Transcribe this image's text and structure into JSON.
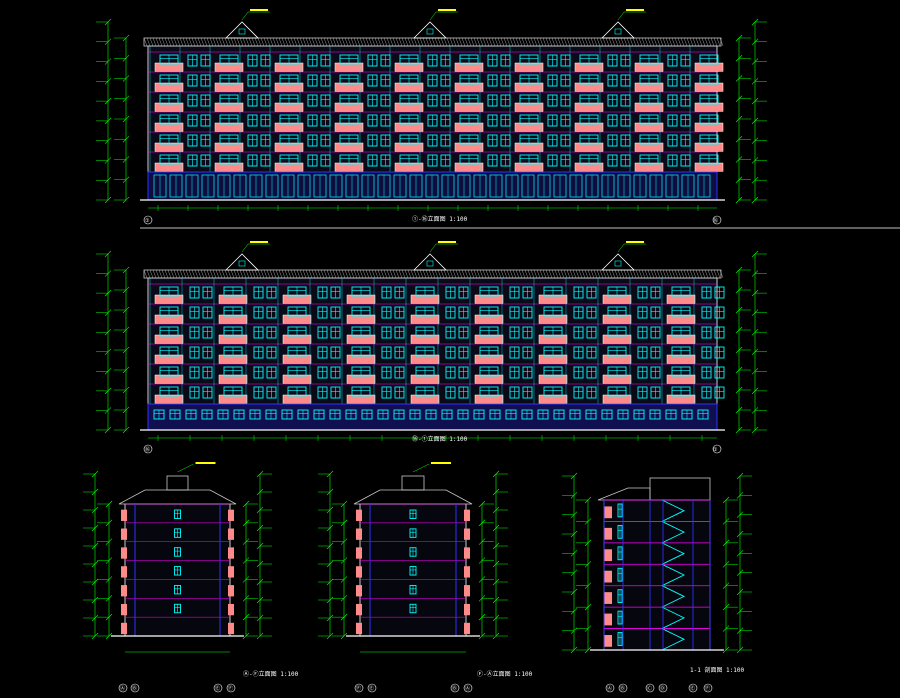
{
  "drawings": {
    "front_elevation": {
      "title": "①-⑯立面图 1:100",
      "axis_start": "①",
      "axis_end": "⑯",
      "floors": 7
    },
    "rear_elevation": {
      "title": "⑯-①立面图 1:100",
      "axis_start": "⑯",
      "axis_end": "①",
      "floors": 7
    },
    "side_elevation_left": {
      "title": "Ⓐ-Ⓕ立面图 1:100",
      "axis_left": "Ⓐ",
      "axis_left2": "Ⓑ",
      "axis_right": "Ⓔ",
      "axis_right2": "Ⓕ",
      "floors": 7
    },
    "side_elevation_right": {
      "title": "Ⓕ-Ⓐ立面图 1:100",
      "axis_left": "Ⓕ",
      "axis_left2": "Ⓔ",
      "axis_right": "Ⓑ",
      "axis_right2": "Ⓐ",
      "floors": 7
    },
    "section": {
      "title": "1-1 剖面图 1:100",
      "axes": [
        "Ⓐ",
        "Ⓑ",
        "Ⓒ",
        "Ⓓ",
        "Ⓔ",
        "Ⓕ"
      ],
      "floors": 7
    }
  },
  "colors": {
    "background": "#000000",
    "facade": "#ff8a8a",
    "window": "#00ffff",
    "outline": "#ffffff",
    "dimension": "#00ff00",
    "floor_line": "#ff00ff",
    "base": "#3030ff",
    "roof": "#c8c8c8",
    "note": "#ffff00"
  }
}
